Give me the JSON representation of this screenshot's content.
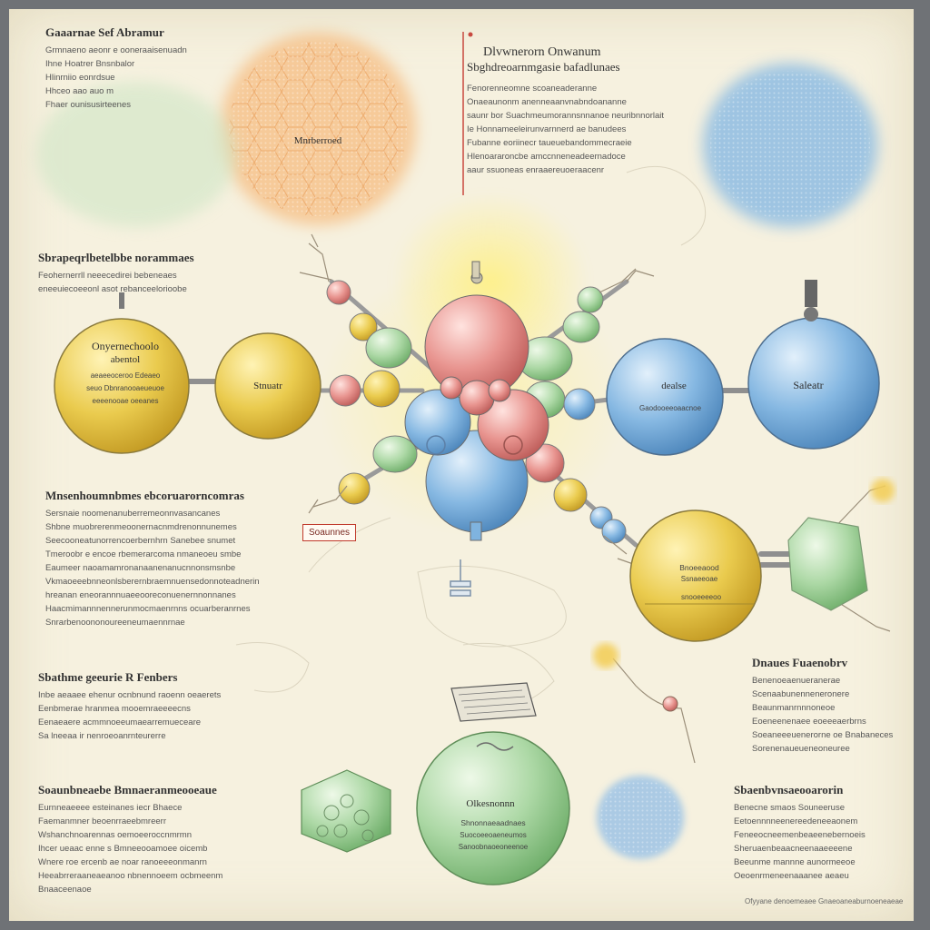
{
  "header": {
    "title": "Dlvwnerorn Onwanum",
    "subtitle": "Sbghdreoarnmgasie bafadlunaes",
    "lines": [
      "Fenorenneomne scoaneaderanne",
      "Onaeaunonm anenneaanvnabndoananne",
      "saunr bor Suachmeumorannsnnanoe neuribnnorlait",
      "Ie Honnameeleirunvarnnerd ae banudees",
      "Fubanne eoriinecr taueuebandommecraeie",
      "Hlenoararoncbe amccnneneadeernadoce",
      "aaur ssuoneas enraaereuoeraacenr"
    ]
  },
  "blocks": {
    "top_left": {
      "title": "Gaaarnae Sef Abramur",
      "lines": [
        "Grmnaeno aeonr  e ooneraaisenuadn",
        "Ihne Hoatrer Bnsnbalor",
        "Hlinrniio eonrdsue",
        "Hhceo aao auo m",
        "Fhaer ounisusirteenes"
      ]
    },
    "left_mid": {
      "title": "Sbrapeqrlbetelbbe norammaes",
      "lines": [
        "Feohernerrll neeecedirei bebeneaes",
        "eneeuiecoeeonl asot rebanceelorioobe"
      ]
    },
    "left_lower": {
      "title": "Mnsenhoumnbmes ebcoruarorncomras",
      "lines": [
        "Sersnaie noomenanuberremeonnvasancanes",
        "Shbne muobrerenmeoonernacnmdrenonnunemes",
        "Seecooneatunorrencoerbernhrn Sanebee snumet",
        "Tmeroobr e encoe rbemerarcoma nmaneoeu smbe",
        "Eaumeer naoamamronanaanenanucnnonsmsnbe",
        "Vkmaoeeebnneonlsberernbraemnuensedonnoteadnerin",
        "hreanan eneorannnuaeeooreconuenernnonnanes",
        "Haacmimannnennerunmocmaenrnns ocuarberanrnes",
        "Snrarbenoononoureeneumaennrnae"
      ]
    },
    "left_bottom1": {
      "title": "Sbathme geeurie R Fenbers",
      "lines": [
        "Inbe aeaaee ehenur ocnbnund raoenn oeaerets",
        "Eenbmerae hranmea mooemraeeeecns",
        "Eenaeaere acmmnoeeumaearremueceare",
        "Sa lneeaa ir nenroeoanrnteurerre"
      ]
    },
    "left_bottom2": {
      "title": "Soaunbneaebe Bmnaeranmeooeaue",
      "lines": [
        "Eurnneaeeee esteinanes iecr Bhaece",
        "Faemanmner beoenrraeebmreerr",
        "Wshanchnoarennas oemoeeroccnmrmn",
        "Ihcer ueaac enne s  Bmneeooamoee oicemb",
        "Wnere roe ercenb ae noar ranoeeeonmanrn",
        "Heeabrreraaneaeanoo nbnennoeem ocbmeenm",
        "Bnaaceenaoe"
      ]
    },
    "right_mid": {
      "title": "Dnaues Fuaenobrv",
      "lines": [
        "Benenoeaenueranerae",
        "Scenaabunenneneronere",
        "Beaunmanrnnnoneoe",
        "Eoeneenenaee eoeeeaerbrns",
        "Soeaneeeuenerorne oe Bnabaneces",
        "Sorenenaueueneoneuree"
      ]
    },
    "right_bottom": {
      "title": "Sbaenbvnsaeooarorin",
      "lines": [
        "Benecne smaos Souneeruse",
        "Eetoennnneenereedeneeaonem",
        "Feneeocneemenbeaeenebernoeis",
        "Sheruaenbeaacneenaaeeeene",
        "Beeunme  mannne aunormeeoe",
        "Oeoenrmeneenaaanee aeaeu"
      ]
    },
    "footer_note": "Ofyyane denoemeaee Gnaeoaneaburnoeneaeae"
  },
  "spheres": {
    "yellow_left": {
      "title": "Onyernechoolo",
      "subtitle": "abentol",
      "lines": [
        "aeaeeoceroo  Edeaeo",
        "seuo Dbnranooaeueuoe",
        "eeeenooae oeeanes"
      ]
    },
    "yellow_small": {
      "title": "Stnuatr"
    },
    "blue_mid": {
      "title": "dealse",
      "lines": [
        "Gaodooeeoaacnoe"
      ]
    },
    "blue_right": {
      "title": "Saleatr"
    },
    "yellow_lower": {
      "title": "Bnoeeaood",
      "lines": [
        "Ssnaeeoae",
        "snooeeeeoo"
      ]
    },
    "green_bottom": {
      "title": "Olkesnonnn",
      "lines": [
        "Shnonnaeaadnaes",
        "Suocoeeoaeneumos",
        "Sanoobnaoeoneenoe"
      ]
    }
  },
  "labels": {
    "hex_orange": "Mnrberroed",
    "tag_box": "Soaunnes"
  },
  "colors": {
    "paper": "#f6f1df",
    "sphere_yellow": "#e9c94d",
    "sphere_blue": "#7fb3df",
    "sphere_red": "#e58f8d",
    "sphere_green": "#a9d6a3",
    "blob_orange": "#f5b778",
    "blob_blue": "#88b7de",
    "blob_green": "#bfe0b7"
  }
}
